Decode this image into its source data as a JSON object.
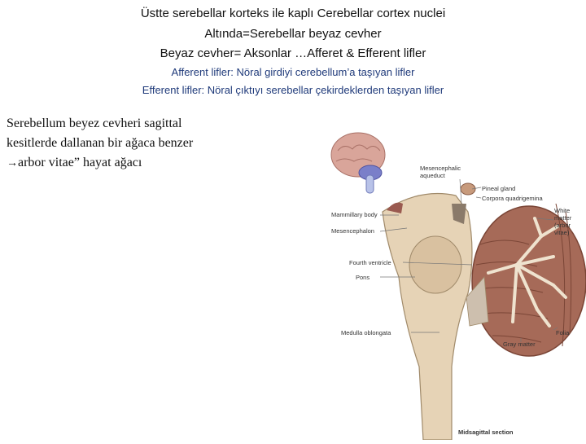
{
  "header": {
    "line1": "Üstte serebellar korteks ile kaplı  Cerebellar cortex nuclei",
    "line2": "Altında=Serebellar beyaz cevher",
    "line3": "Beyaz cevher= Aksonlar …Afferet & Efferent lifler",
    "line4": "Afferent lifler: Nöral girdiyi cerebellum’a taşıyan lifler",
    "line5": "Efferent lifler: Nöral çıktıyı serebellar çekirdeklerden taşıyan lifler"
  },
  "body": {
    "line1": "Serebellum beyez cevheri sagittal",
    "line2": "kesitlerde dallanan bir ağaca benzer",
    "arrow": "→",
    "line3": "arbor  vitae” hayat ağacı"
  },
  "figure": {
    "labels": {
      "aqueduct": "Mesencephalic aqueduct",
      "pineal": "Pineal gland",
      "quadrigemina": "Corpora quadrigemina",
      "white_matter": "White matter (arbor vitae)",
      "mammillary": "Mammillary body",
      "mesencephalon": "Mesencephalon",
      "fourth_ventricle": "Fourth ventricle",
      "pons": "Pons",
      "medulla": "Medulla oblongata",
      "folia": "Folia",
      "gray": "Gray matter",
      "caption": "Midsagittal section"
    }
  },
  "colors": {
    "cerebellum": "#a66a58",
    "white_matter": "#efe3cf",
    "brainstem": "#e6d3b6",
    "text_blue": "#1f3a7a"
  }
}
